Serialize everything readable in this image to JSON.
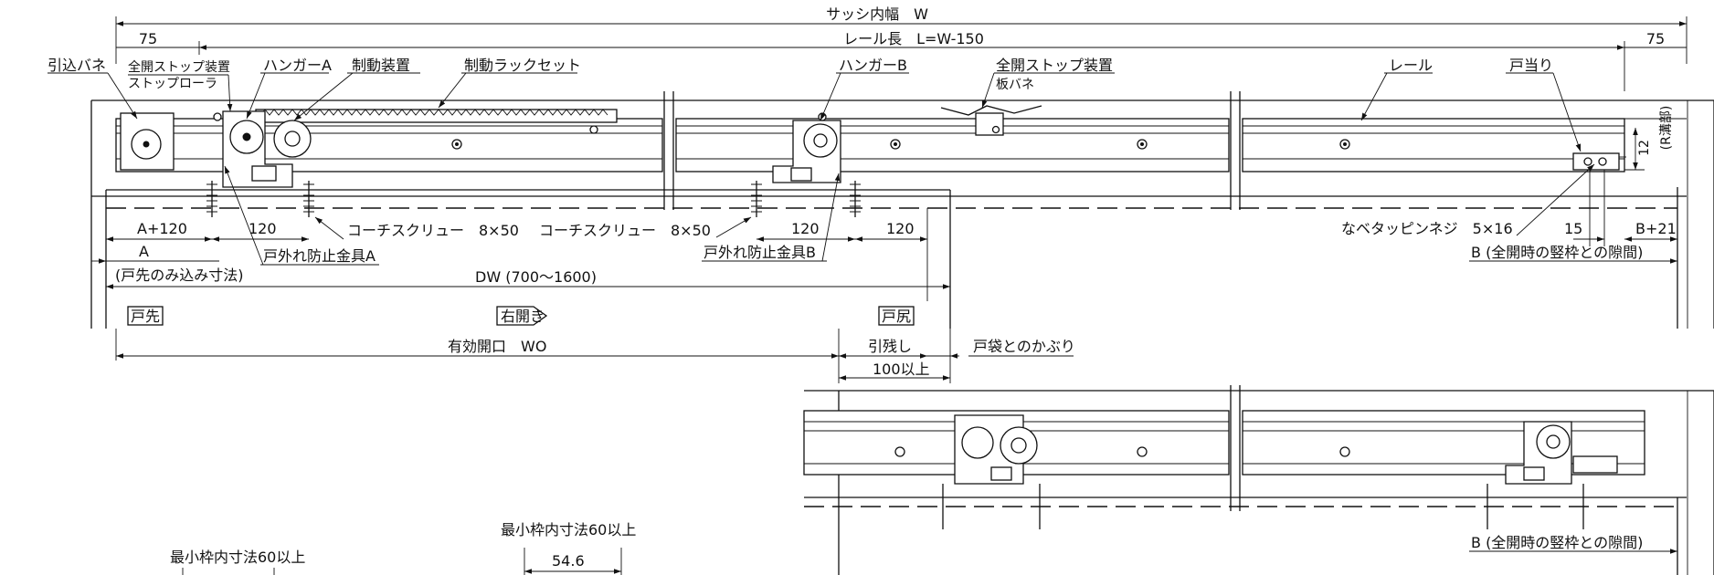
{
  "labels": {
    "sash_width": "サッシ内幅　W",
    "rail_length": "レール長　L=W-150",
    "dim_75_left": "75",
    "dim_75_right": "75",
    "pull_spring": "引込バネ",
    "full_stop_device": "全開ストップ装置",
    "stop_roller": "ストップローラ",
    "hanger_a": "ハンガーA",
    "brake_device": "制動装置",
    "brake_rack_set": "制動ラックセット",
    "hanger_b": "ハンガーB",
    "full_stop_device_2": "全開ストップ装置",
    "leaf_spring": "板バネ",
    "rail": "レール",
    "door_stopper": "戸当り",
    "dim_12": "12",
    "groove_note": "(R溝部)",
    "dim_a120": "A+120",
    "dim_120_a": "120",
    "coach_screw_1": "コーチスクリュー　8×50",
    "coach_screw_2": "コーチスクリュー　8×50",
    "dim_120_b": "120",
    "dim_120_c": "120",
    "pan_screw": "なベタッピンネジ　5×16",
    "dim_15": "15",
    "dim_b21": "B+21",
    "dim_a": "A",
    "anti_drop_a": "戸外れ防止金具A",
    "anti_drop_b": "戸外れ防止金具B",
    "door_tip_note": "(戸先のみ込み寸法)",
    "b_clearance_1": "B (全開時の竪枠との隙間)",
    "dw_range": "DW (700〜1600)",
    "door_tip": "戸先",
    "right_open": "右開き",
    "door_tail": "戸尻",
    "effective_opening": "有効開口　WO",
    "pull_remain": "引残し",
    "pocket_overlap": "戸袋とのかぶり",
    "dim_100": "100以上",
    "b_clearance_2": "B (全開時の竪枠との隙間)",
    "min_frame_1": "最小枠内寸法60以上",
    "min_frame_2": "最小枠内寸法60以上",
    "dim_54_6": "54.6"
  }
}
